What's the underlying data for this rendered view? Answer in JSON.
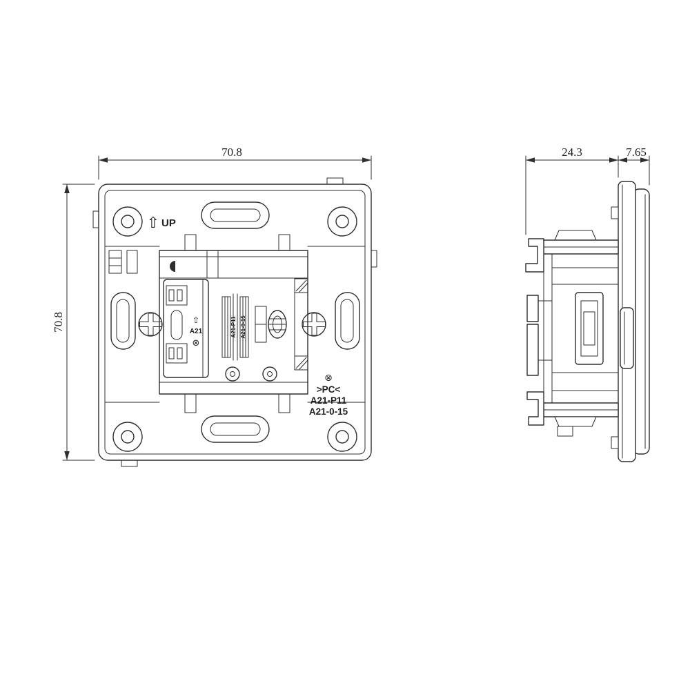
{
  "colors": {
    "line": "#2e2e2e",
    "text": "#1f1f1f",
    "background": "#ffffff"
  },
  "front_view": {
    "dim_width": "70.8",
    "dim_height": "70.8",
    "up_arrow": "⇧",
    "up_label": "UP",
    "a21_arrow": "⇧",
    "a21_label": "A21",
    "circled_x": "⊗",
    "marking_x": "⊗",
    "marking_pc": ">PC<",
    "marking_model": "A21-P11",
    "marking_type": "A21-0-15",
    "vertical_marking_1": "A21-P11",
    "vertical_marking_2": "A21-0-15"
  },
  "side_view": {
    "dim_depth": "24.3",
    "dim_front_depth": "7.65"
  }
}
